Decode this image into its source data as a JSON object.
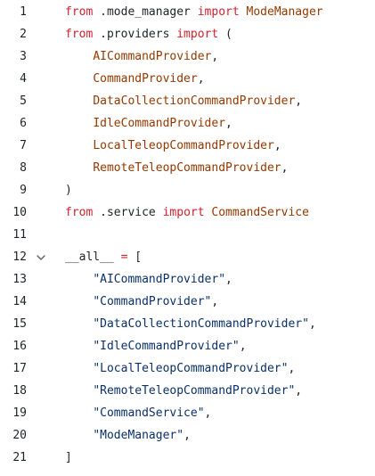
{
  "colors": {
    "keyword": "#cf222e",
    "class_name": "#953800",
    "string": "#0a3069",
    "plain": "#1f2328",
    "line_number": "#1f2328"
  },
  "lines": [
    {
      "n": "1",
      "tokens": [
        {
          "t": "from",
          "k": "kw"
        },
        {
          "t": " .mode_manager ",
          "k": "pl"
        },
        {
          "t": "import",
          "k": "kw"
        },
        {
          "t": " ",
          "k": "pl"
        },
        {
          "t": "ModeManager",
          "k": "cls"
        }
      ]
    },
    {
      "n": "2",
      "tokens": [
        {
          "t": "from",
          "k": "kw"
        },
        {
          "t": " .providers ",
          "k": "pl"
        },
        {
          "t": "import",
          "k": "kw"
        },
        {
          "t": " (",
          "k": "pl"
        }
      ]
    },
    {
      "n": "3",
      "tokens": [
        {
          "t": "    ",
          "k": "pl"
        },
        {
          "t": "AICommandProvider",
          "k": "cls"
        },
        {
          "t": ",",
          "k": "pl"
        }
      ]
    },
    {
      "n": "4",
      "tokens": [
        {
          "t": "    ",
          "k": "pl"
        },
        {
          "t": "CommandProvider",
          "k": "cls"
        },
        {
          "t": ",",
          "k": "pl"
        }
      ]
    },
    {
      "n": "5",
      "tokens": [
        {
          "t": "    ",
          "k": "pl"
        },
        {
          "t": "DataCollectionCommandProvider",
          "k": "cls"
        },
        {
          "t": ",",
          "k": "pl"
        }
      ]
    },
    {
      "n": "6",
      "tokens": [
        {
          "t": "    ",
          "k": "pl"
        },
        {
          "t": "IdleCommandProvider",
          "k": "cls"
        },
        {
          "t": ",",
          "k": "pl"
        }
      ]
    },
    {
      "n": "7",
      "tokens": [
        {
          "t": "    ",
          "k": "pl"
        },
        {
          "t": "LocalTeleopCommandProvider",
          "k": "cls"
        },
        {
          "t": ",",
          "k": "pl"
        }
      ]
    },
    {
      "n": "8",
      "tokens": [
        {
          "t": "    ",
          "k": "pl"
        },
        {
          "t": "RemoteTeleopCommandProvider",
          "k": "cls"
        },
        {
          "t": ",",
          "k": "pl"
        }
      ]
    },
    {
      "n": "9",
      "tokens": [
        {
          "t": ")",
          "k": "pl"
        }
      ]
    },
    {
      "n": "10",
      "tokens": [
        {
          "t": "from",
          "k": "kw"
        },
        {
          "t": " .service ",
          "k": "pl"
        },
        {
          "t": "import",
          "k": "kw"
        },
        {
          "t": " ",
          "k": "pl"
        },
        {
          "t": "CommandService",
          "k": "cls"
        }
      ]
    },
    {
      "n": "11",
      "tokens": []
    },
    {
      "n": "12",
      "fold": true,
      "tokens": [
        {
          "t": "__all__",
          "k": "pl"
        },
        {
          "t": " ",
          "k": "pl"
        },
        {
          "t": "=",
          "k": "kw"
        },
        {
          "t": " [",
          "k": "pl"
        }
      ]
    },
    {
      "n": "13",
      "tokens": [
        {
          "t": "    ",
          "k": "pl"
        },
        {
          "t": "\"AICommandProvider\"",
          "k": "str"
        },
        {
          "t": ",",
          "k": "pl"
        }
      ]
    },
    {
      "n": "14",
      "tokens": [
        {
          "t": "    ",
          "k": "pl"
        },
        {
          "t": "\"CommandProvider\"",
          "k": "str"
        },
        {
          "t": ",",
          "k": "pl"
        }
      ]
    },
    {
      "n": "15",
      "tokens": [
        {
          "t": "    ",
          "k": "pl"
        },
        {
          "t": "\"DataCollectionCommandProvider\"",
          "k": "str"
        },
        {
          "t": ",",
          "k": "pl"
        }
      ]
    },
    {
      "n": "16",
      "tokens": [
        {
          "t": "    ",
          "k": "pl"
        },
        {
          "t": "\"IdleCommandProvider\"",
          "k": "str"
        },
        {
          "t": ",",
          "k": "pl"
        }
      ]
    },
    {
      "n": "17",
      "tokens": [
        {
          "t": "    ",
          "k": "pl"
        },
        {
          "t": "\"LocalTeleopCommandProvider\"",
          "k": "str"
        },
        {
          "t": ",",
          "k": "pl"
        }
      ]
    },
    {
      "n": "18",
      "tokens": [
        {
          "t": "    ",
          "k": "pl"
        },
        {
          "t": "\"RemoteTeleopCommandProvider\"",
          "k": "str"
        },
        {
          "t": ",",
          "k": "pl"
        }
      ]
    },
    {
      "n": "19",
      "tokens": [
        {
          "t": "    ",
          "k": "pl"
        },
        {
          "t": "\"CommandService\"",
          "k": "str"
        },
        {
          "t": ",",
          "k": "pl"
        }
      ]
    },
    {
      "n": "20",
      "tokens": [
        {
          "t": "    ",
          "k": "pl"
        },
        {
          "t": "\"ModeManager\"",
          "k": "str"
        },
        {
          "t": ",",
          "k": "pl"
        }
      ]
    },
    {
      "n": "21",
      "tokens": [
        {
          "t": "]",
          "k": "pl"
        }
      ]
    }
  ]
}
